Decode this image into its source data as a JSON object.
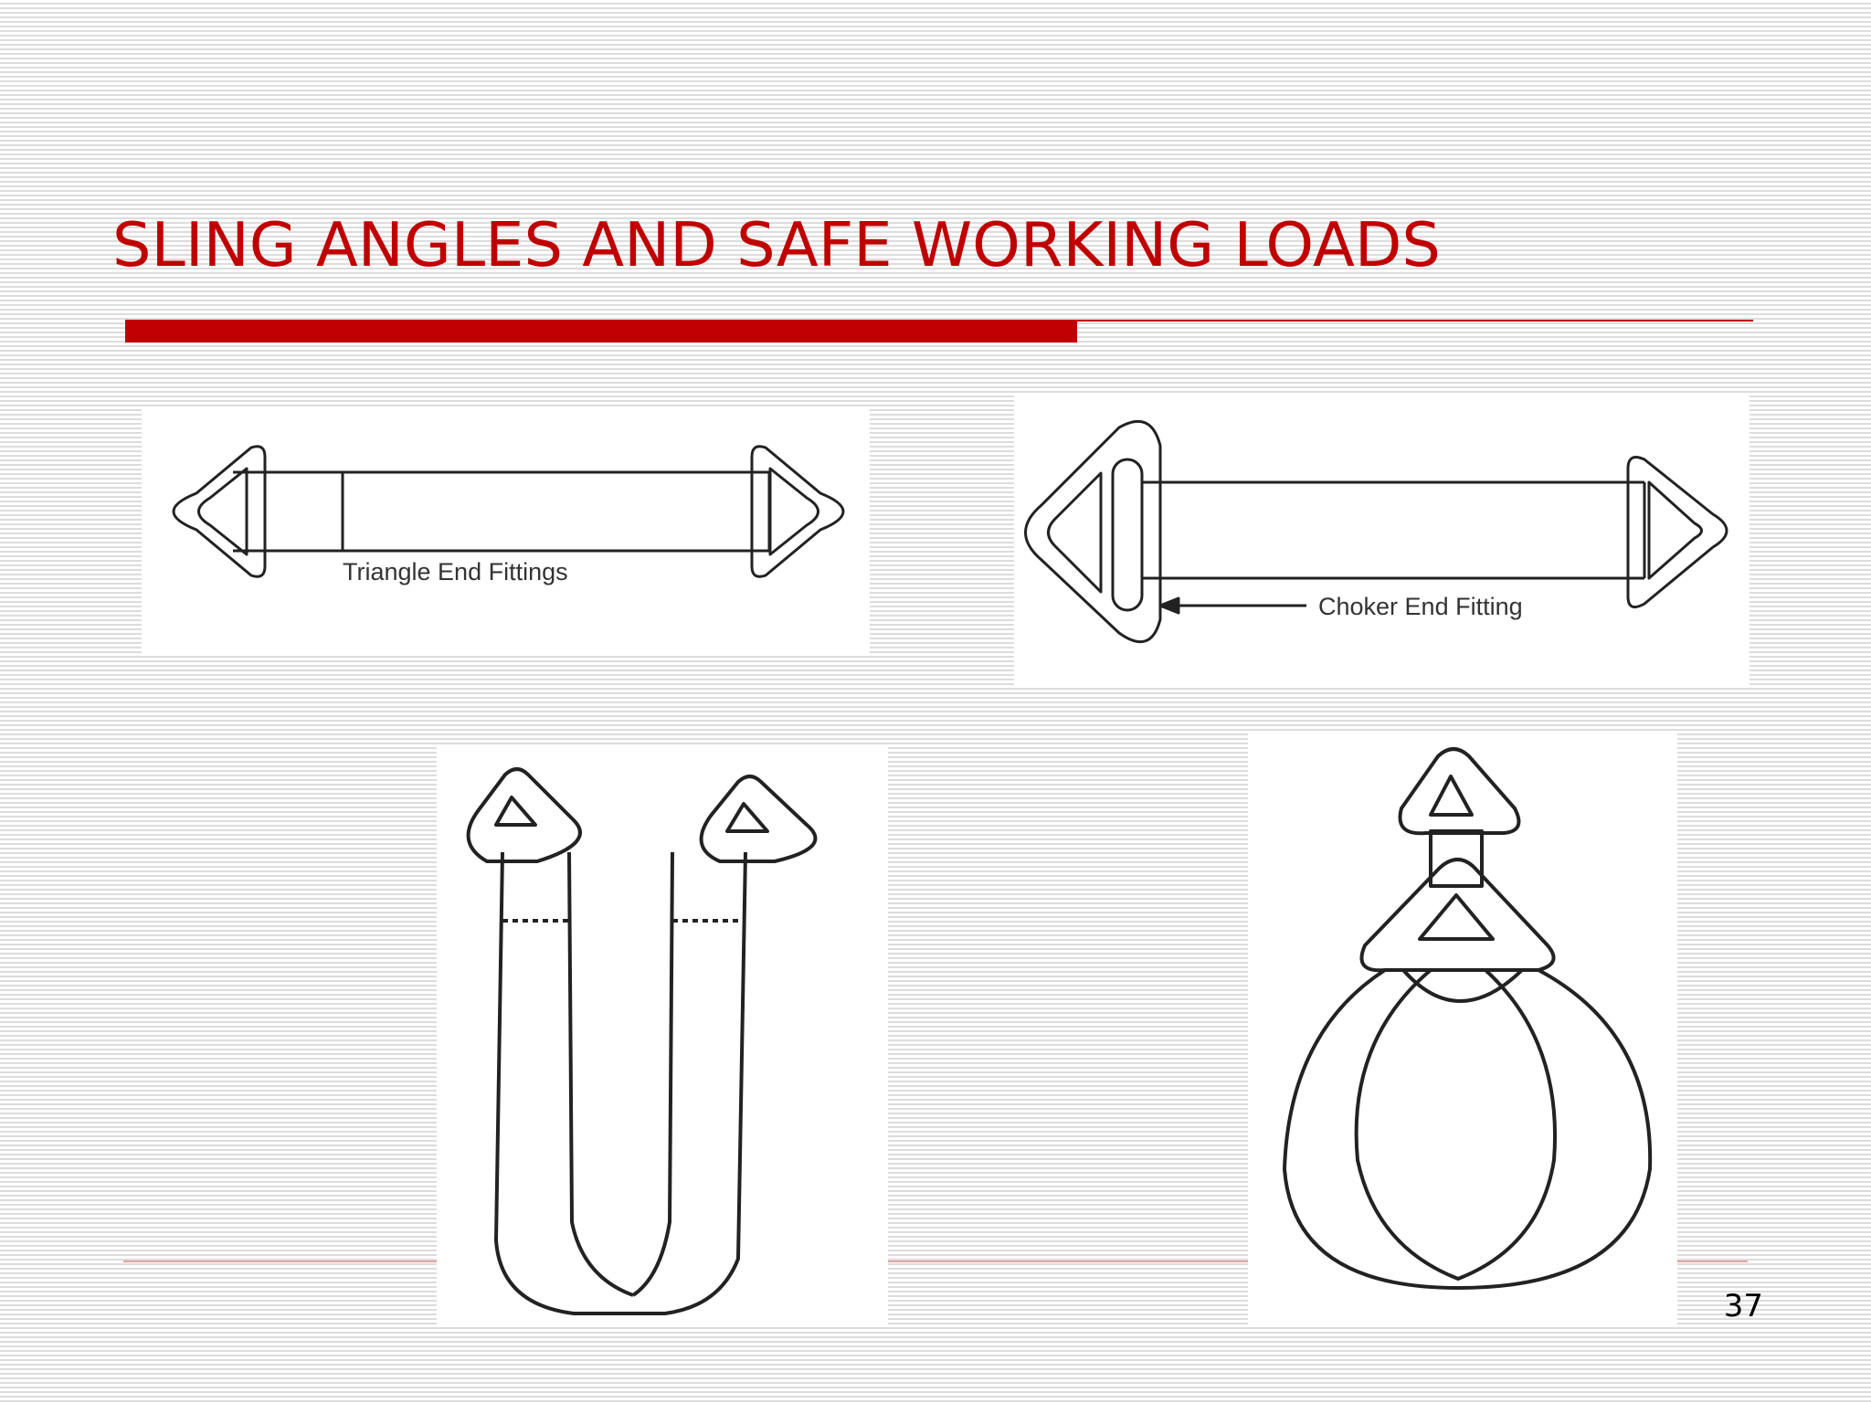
{
  "slide": {
    "title": "SLING ANGLES AND SAFE WORKING LOADS",
    "page_number": "37",
    "accent_color": "#c00000"
  },
  "figures": {
    "triangle_ends": {
      "caption": "Triangle End Fittings"
    },
    "choker_end": {
      "caption": "Choker End Fitting"
    }
  }
}
